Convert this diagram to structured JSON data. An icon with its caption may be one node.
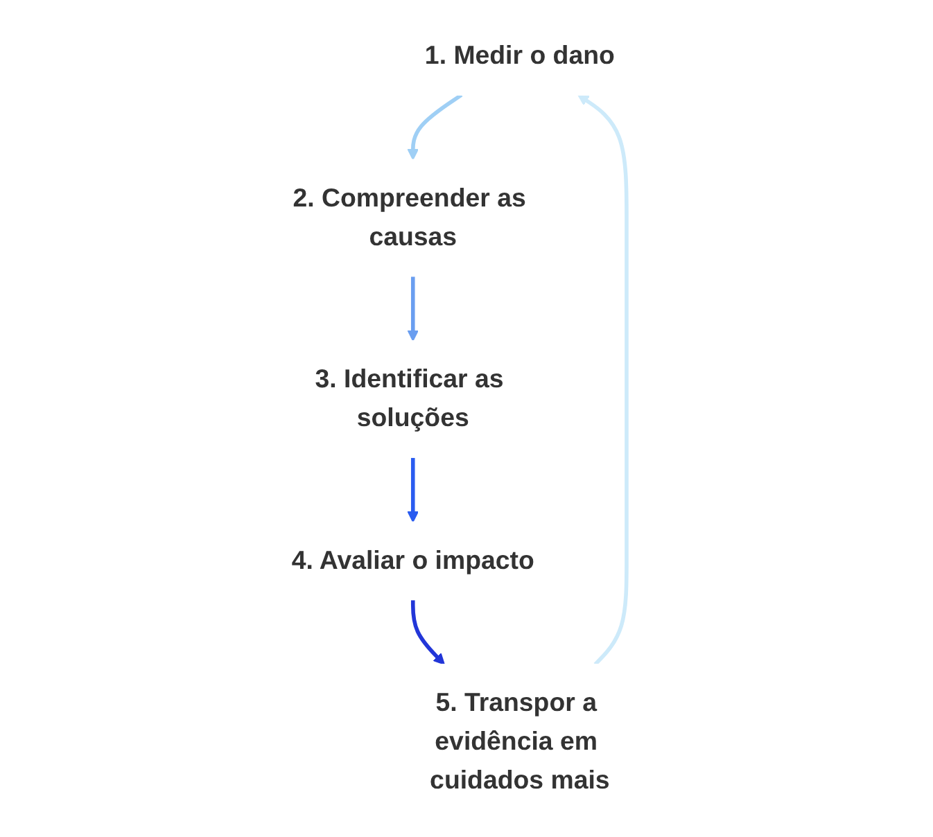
{
  "diagram": {
    "nodes": [
      {
        "text": [
          "1. Medir o dano"
        ]
      },
      {
        "text": [
          "2. Compreender as causas"
        ]
      },
      {
        "text": [
          "3. Identificar as soluções"
        ]
      },
      {
        "text": [
          "4. Avaliar o impacto"
        ]
      },
      {
        "text": [
          "5. Transpor a evidência em cuidados mais"
        ]
      }
    ],
    "edges": [
      {
        "from": 4,
        "to": 0,
        "arrow": "to",
        "color": "#cdeafa"
      },
      {
        "from": 0,
        "to": 1,
        "arrow": "to",
        "color": "#9fcff5"
      },
      {
        "from": 1,
        "to": 2,
        "arrow": "to",
        "color": "#6a9ef0"
      },
      {
        "from": 2,
        "to": 3,
        "arrow": "to",
        "color": "#2a5cf0"
      },
      {
        "from": 3,
        "to": 4,
        "arrow": "to",
        "color": "#2236d8"
      }
    ]
  }
}
